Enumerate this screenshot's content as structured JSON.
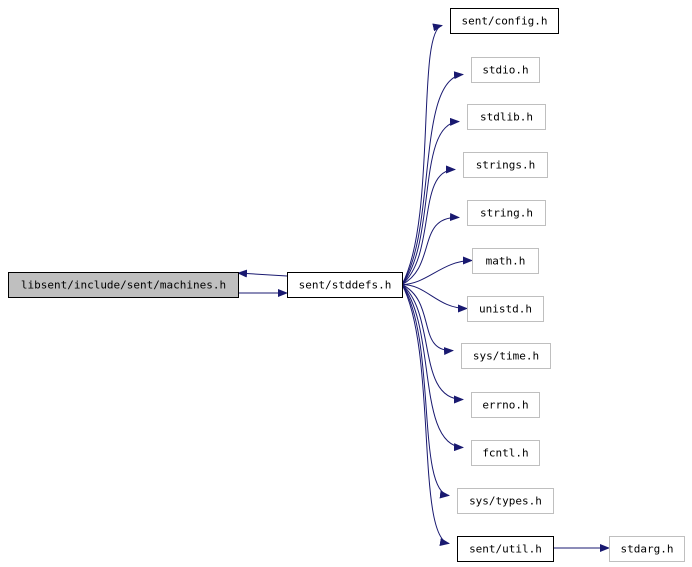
{
  "colors": {
    "edge": "#191970",
    "node_border_dark": "#000000",
    "node_border_light": "#bfbfbf",
    "highlight_fill": "#bfbfbf",
    "background": "#ffffff"
  },
  "nodes": [
    {
      "id": "machines",
      "label": "libsent/include/sent/machines.h",
      "style": "highlight"
    },
    {
      "id": "stddefs",
      "label": "sent/stddefs.h",
      "style": "documented"
    },
    {
      "id": "config",
      "label": "sent/config.h",
      "style": "documented"
    },
    {
      "id": "stdio",
      "label": "stdio.h",
      "style": "external"
    },
    {
      "id": "stdlib",
      "label": "stdlib.h",
      "style": "external"
    },
    {
      "id": "strings",
      "label": "strings.h",
      "style": "external"
    },
    {
      "id": "string",
      "label": "string.h",
      "style": "external"
    },
    {
      "id": "math",
      "label": "math.h",
      "style": "external"
    },
    {
      "id": "unistd",
      "label": "unistd.h",
      "style": "external"
    },
    {
      "id": "systime",
      "label": "sys/time.h",
      "style": "external"
    },
    {
      "id": "errno",
      "label": "errno.h",
      "style": "external"
    },
    {
      "id": "fcntl",
      "label": "fcntl.h",
      "style": "external"
    },
    {
      "id": "systypes",
      "label": "sys/types.h",
      "style": "external"
    },
    {
      "id": "util",
      "label": "sent/util.h",
      "style": "documented"
    },
    {
      "id": "stdarg",
      "label": "stdarg.h",
      "style": "external"
    }
  ],
  "edges": [
    {
      "from": "machines",
      "to": "stddefs"
    },
    {
      "from": "stddefs",
      "to": "machines"
    },
    {
      "from": "stddefs",
      "to": "config"
    },
    {
      "from": "stddefs",
      "to": "stdio"
    },
    {
      "from": "stddefs",
      "to": "stdlib"
    },
    {
      "from": "stddefs",
      "to": "strings"
    },
    {
      "from": "stddefs",
      "to": "string"
    },
    {
      "from": "stddefs",
      "to": "math"
    },
    {
      "from": "stddefs",
      "to": "unistd"
    },
    {
      "from": "stddefs",
      "to": "systime"
    },
    {
      "from": "stddefs",
      "to": "errno"
    },
    {
      "from": "stddefs",
      "to": "fcntl"
    },
    {
      "from": "stddefs",
      "to": "systypes"
    },
    {
      "from": "stddefs",
      "to": "util"
    },
    {
      "from": "util",
      "to": "stdarg"
    }
  ]
}
